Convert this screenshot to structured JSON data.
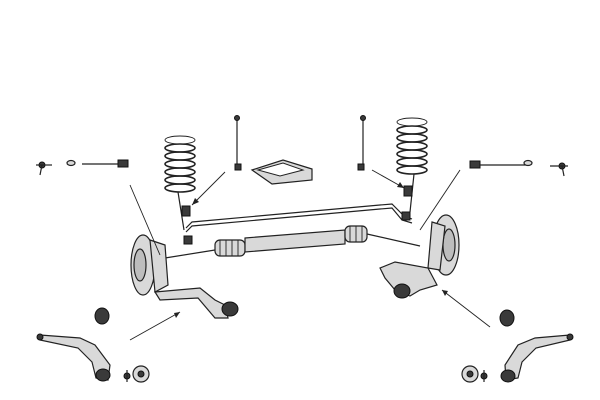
{
  "diagram": {
    "description_labels": [],
    "parts": [
      "tie-rod-left",
      "tie-rod-right",
      "coil-spring-left",
      "coil-spring-right",
      "stabilizer-link-left",
      "stabilizer-link-right",
      "stabilizer-bar",
      "steering-rack",
      "brake-disc-left",
      "brake-disc-right",
      "control-arm-left",
      "control-arm-right",
      "bushing-left",
      "bushing-right",
      "ball-joint-left",
      "ball-joint-right",
      "direction-arrow"
    ]
  }
}
